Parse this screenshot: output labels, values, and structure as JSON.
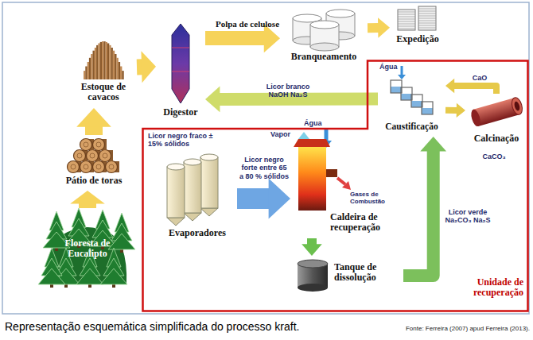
{
  "diagram": {
    "caption": "Representação esquemática simplificada do processo kraft.",
    "nodes": [
      {
        "text": [
          "Floresta de Eucalipto"
        ]
      },
      {
        "text": [
          "Pátio de toras"
        ]
      },
      {
        "text": [
          "Estoque de cavacos"
        ]
      },
      {
        "text": [
          "Digestor"
        ]
      },
      {
        "text": [
          "Branqueamento"
        ]
      },
      {
        "text": [
          "Expedição"
        ]
      },
      {
        "text": [
          "Unidade de recuperação"
        ]
      },
      {
        "text": [
          "Caustificação"
        ],
        "in": 6
      },
      {
        "text": [
          "Calcinação"
        ],
        "in": 6
      },
      {
        "text": [
          "Evaporadores"
        ],
        "in": 6
      },
      {
        "text": [
          "Caldeira de recuperação"
        ],
        "in": 6
      },
      {
        "text": [
          "Tanque de dissolução"
        ],
        "in": 6
      }
    ],
    "edges": [
      {
        "from": 0,
        "to": 1,
        "arrow": "to"
      },
      {
        "from": 1,
        "to": 2,
        "arrow": "to"
      },
      {
        "from": 2,
        "to": 3,
        "arrow": "to"
      },
      {
        "from": 3,
        "to": 4,
        "label": "Polpa de celulose",
        "arrow": "to"
      },
      {
        "from": 4,
        "to": 5,
        "arrow": "to"
      },
      {
        "from": 7,
        "to": 3,
        "label": "Licor branco NaOH Na₂S",
        "arrow": "to"
      },
      {
        "from": 9,
        "to": 10,
        "label": "Licor negro forte entre 65 a 80 % sólidos",
        "arrow": "to"
      },
      {
        "from": 10,
        "to": 11,
        "arrow": "to"
      },
      {
        "from": 11,
        "to": 7,
        "label": "Licor verde Na₂CO₃ Na₂S",
        "arrow": "to"
      },
      {
        "from": 7,
        "to": 8,
        "label": "CaCO₃",
        "arrow": "to"
      },
      {
        "from": 8,
        "to": 7,
        "label": "CaO",
        "arrow": "to"
      }
    ],
    "labels": [
      "Licor negro fraco ± 15% sólidos",
      "Água",
      "Vapor",
      "Água",
      "Gases de Combustão",
      "Fonte: Ferreira (2007) apud Ferreira (2013)."
    ]
  }
}
